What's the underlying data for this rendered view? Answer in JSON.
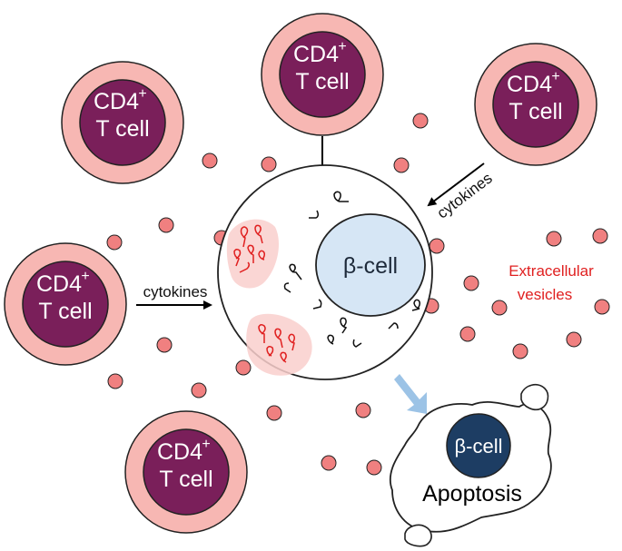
{
  "colors": {
    "cd4_outer": "#f7b7b3",
    "cd4_inner": "#7a1f5a",
    "vesicle": "#f08080",
    "beta_nucleus": "#d6e6f5",
    "beta_dark": "#1d3d63",
    "rna_red": "#e02020",
    "arrow_blue": "#9cc3e6",
    "ev_label": "#e02020"
  },
  "cd4_cells": [
    {
      "id": "top-left",
      "line1": "CD4",
      "sup": "+",
      "line2": "T cell"
    },
    {
      "id": "top",
      "line1": "CD4",
      "sup": "+",
      "line2": "T cell"
    },
    {
      "id": "top-right",
      "line1": "CD4",
      "sup": "+",
      "line2": "T cell"
    },
    {
      "id": "left",
      "line1": "CD4",
      "sup": "+",
      "line2": "T cell"
    },
    {
      "id": "bottom",
      "line1": "CD4",
      "sup": "+",
      "line2": "T cell"
    }
  ],
  "labels": {
    "cytokines_left": "cytokines",
    "cytokines_right": "cytokines",
    "ev_line1": "Extracellular",
    "ev_line2": "vesicles",
    "beta_cell": "β-cell",
    "beta_cell_apoptotic": "β-cell",
    "apoptosis": "Apoptosis"
  }
}
